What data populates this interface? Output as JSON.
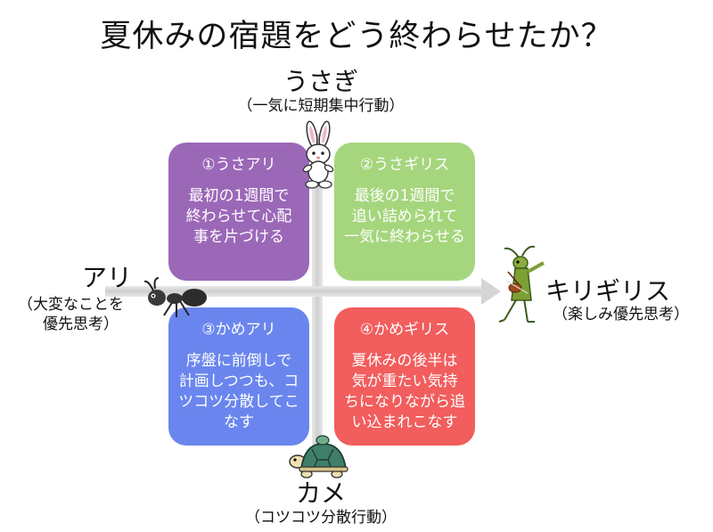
{
  "title": "夏休みの宿題をどう終わらせたか？",
  "axes": {
    "top": {
      "label": "うさぎ",
      "sub": "（一気に短期集中行動）"
    },
    "bottom": {
      "label": "カメ",
      "sub": "（コツコツ分散行動）"
    },
    "left": {
      "label": "アリ",
      "sub_line1": "（大変なことを",
      "sub_line2": "優先思考）"
    },
    "right": {
      "label": "キリギリス",
      "sub": "（楽しみ優先思考）"
    }
  },
  "quadrants": [
    {
      "title": "①うさアリ",
      "body": "最初の1週間で\n終わらせて心配\n事を片づける",
      "color": "#9b68b8"
    },
    {
      "title": "②うさギリス",
      "body": "最後の1週間で\n追い詰められて\n一気に終わらせる",
      "color": "#a5d67d"
    },
    {
      "title": "③かめアリ",
      "body": "序盤に前倒しで\n計画しつつも、コ\nツコツ分散してこ\nなす",
      "color": "#6a86ee"
    },
    {
      "title": "④かめギリス",
      "body": "夏休みの後半は\n気が重たい気持\nちになりながら追\nい込まれこなす",
      "color": "#f25d5d"
    }
  ],
  "icons": [
    "rabbit-icon",
    "ant-icon",
    "grasshopper-icon",
    "turtle-icon"
  ]
}
